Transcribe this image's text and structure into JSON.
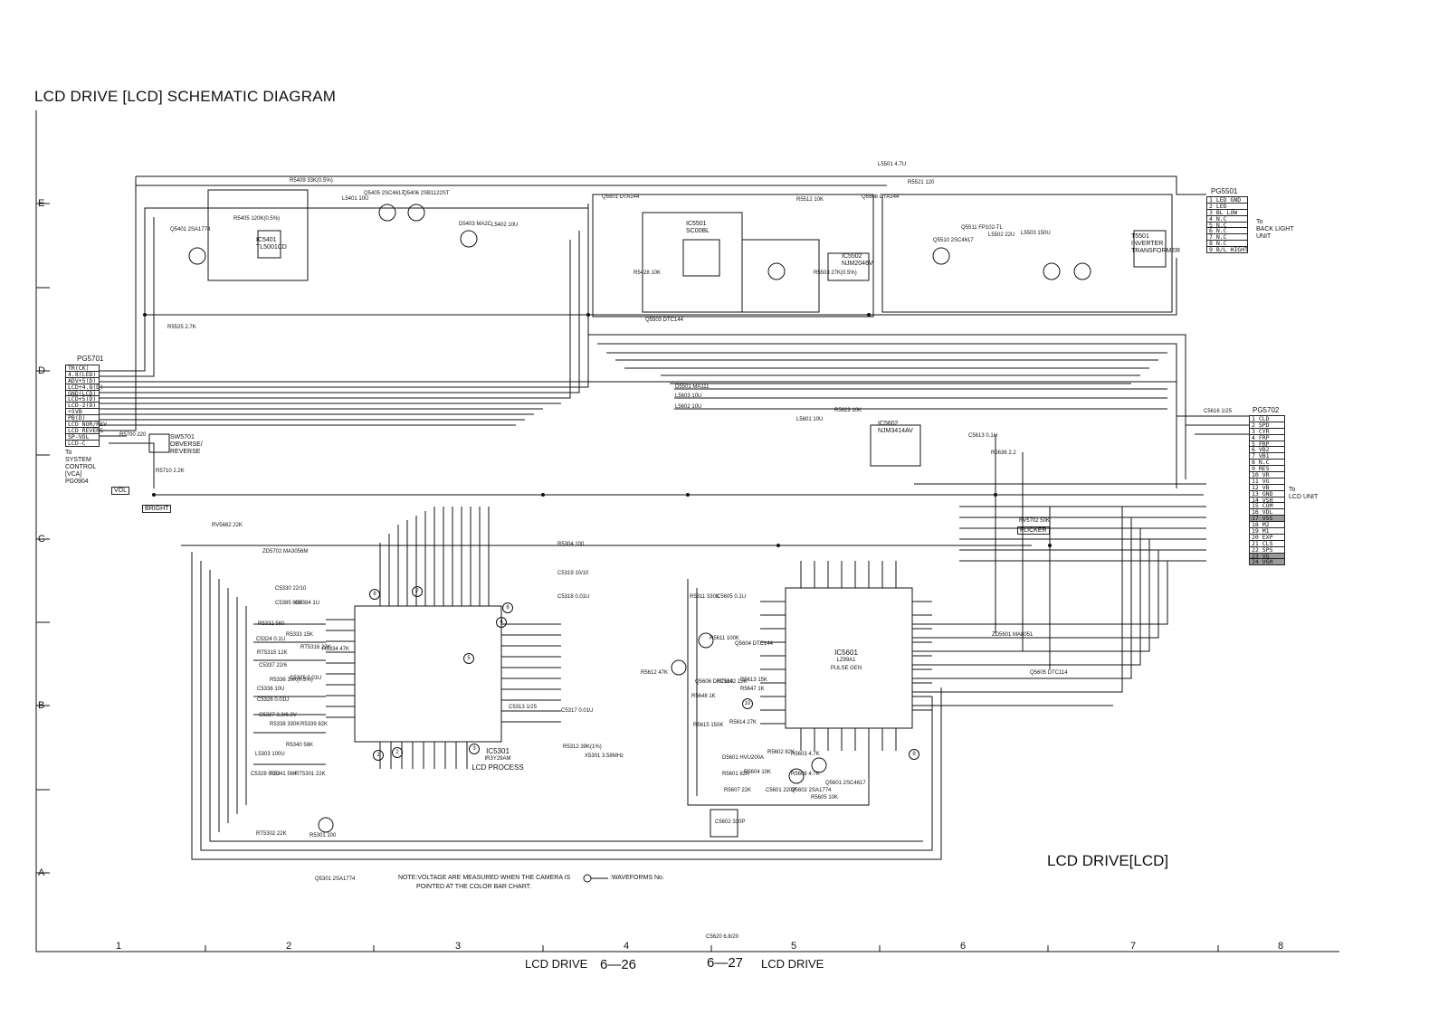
{
  "title": "LCD DRIVE [LCD] SCHEMATIC DIAGRAM",
  "bottom_label": "LCD DRIVE[LCD]",
  "footer": {
    "left_text": "LCD DRIVE",
    "left_page": "6—26",
    "right_page": "6—27",
    "right_text": "LCD DRIVE"
  },
  "row_labels": [
    "E",
    "D",
    "C",
    "B",
    "A"
  ],
  "column_labels": [
    "1",
    "2",
    "3",
    "4",
    "5",
    "6",
    "7",
    "8"
  ],
  "note": {
    "line1": "NOTE:VOLTAGE ARE MEASURED WHEN THE CAMERA IS",
    "line2": "POINTED AT THE COLOR BAR CHART.",
    "waveform": ":WAVEFORMS No."
  },
  "connectors": {
    "pg5701": {
      "name": "PG5701",
      "pins": [
        "TR(CK)",
        "4.8(LED)",
        "ADV+5(D)",
        "LCD+4.8(D)",
        "GND(LCD)",
        "LCD+5(D)",
        "LCD-2(D)",
        "+5VB",
        "PB(D)",
        "LCD NOR/REV",
        "LCD REVERS",
        "SP-VOL",
        "LCD-C"
      ],
      "dest": [
        "To",
        "SYSTEM",
        "CONTROL",
        "[VCA]",
        "PG0904"
      ]
    },
    "pg5501": {
      "name": "PG5501",
      "pins": [
        "1 LED GND",
        "2 LED",
        "3 BL LOW",
        "4 N.C",
        "5 N.C",
        "6 N.C",
        "7 N.C",
        "8 N.C",
        "9 B/L HIGHT"
      ],
      "dest": [
        "To",
        "BACK LIGHT",
        "UNIT"
      ]
    },
    "pg5702": {
      "name": "PG5702",
      "pins": [
        "1 CLD",
        "2 SPD",
        "3 CYR",
        "4 FRP",
        "5 FRP",
        "6 VB2",
        "7 VB1",
        "8 N.C",
        "9 RES",
        "10 VR",
        "11 VG",
        "12 VB",
        "13 GND",
        "14 VSH",
        "15 COM",
        "16 VDL",
        "17 VSS",
        "18 M2",
        "19 M1",
        "20 EXP",
        "21 CLS",
        "22 SPS",
        "23 VG",
        "24 VGH"
      ],
      "shaded": [
        16,
        22,
        23
      ],
      "dest": [
        "To",
        "LCD UNIT"
      ]
    }
  },
  "ics": {
    "ic5301": {
      "ref": "IC5301",
      "part": "IR3Y29AM",
      "func": "LCD PROCESS"
    },
    "ic5601": {
      "ref": "IC5601",
      "part": "LZ99A1",
      "func": "PULSE GEN"
    },
    "ic5502": {
      "ref": "IC5502",
      "part": "NJM2046V"
    },
    "ic5602": {
      "ref": "IC5602",
      "part": "NJM3414AV"
    },
    "ic5501": {
      "ref": "IC5501",
      "part": "SC00BL"
    },
    "ic5401": {
      "ref": "IC5401",
      "part": "TL5001CD"
    },
    "t5501": {
      "ref": "T5501",
      "func": "INVERTER TRANSFORMER"
    }
  },
  "switches": {
    "sw5701": {
      "ref": "SW5701",
      "label1": "OBVERSE/",
      "label2": "REVERSE"
    },
    "vol": "VOL",
    "bright": "BRIGHT",
    "flicker": "FLICKER"
  },
  "components": [
    "R5409 33K(0.5%)",
    "R5405 120K(0.5%)",
    "Q5405 2SC4617",
    "Q5406 2SB1122ST",
    "L5401 10U",
    "Q5401 2SA1774",
    "D5403 MA2C",
    "L5402 10U",
    "Q5501 DTA144",
    "R5512 10K",
    "Q5508 DTA144",
    "L5501 4.7U",
    "R5521 120",
    "Q5510 2SC4617",
    "Q5511 FP102-TL",
    "L5502 22U",
    "L5503 150U",
    "R5525 2.7K",
    "R5428 10K",
    "Q5503 DTC144",
    "R5503 27K(0.5%)",
    "D5501 MA111",
    "L5603 10U",
    "L5602 10U",
    "L5601 10U",
    "R5623 10K",
    "C5613 0.1U",
    "R5636 2.2",
    "C5616 1/25",
    "R5700 220",
    "R5710 2.2K",
    "RV5702 50K",
    "RV5682 22K",
    "ZD5702 MA3056M",
    "C5330 22/10",
    "C5385 68P",
    "C5384 1U",
    "R5332 560",
    "C5324 0.1U",
    "R5333 15K",
    "RT5315 12K",
    "RT5316 22K",
    "R5334 47K",
    "C5337 22/6",
    "C5325 0.01U",
    "R5336 10K(0.5%)",
    "C5336 10U",
    "C5326 0.01U",
    "C5327 3.3/6.3V",
    "R5338 330K",
    "R5339 82K",
    "R5340 56K",
    "L5303 100U",
    "C5328 0.1U",
    "R5341 56K",
    "RT5301 22K",
    "RT5302 22K",
    "R5301 100",
    "Q5301 2SA1774",
    "R5304 100",
    "C5319 10/10",
    "C5318 0.01U",
    "C5317 0.01U",
    "C5313 1/25",
    "X5301 3.58MHz",
    "R5312 39K(1%)",
    "R5311 330K",
    "C5605 0.1U",
    "R5611 100K",
    "Q5604 DTC144",
    "R5612 47K",
    "Q5606 DTC114",
    "RT5602 15K",
    "R5613 15K",
    "R5647 1K",
    "R5648 1K",
    "R5614 27K",
    "R5615 150K",
    "D5601 HVU200A",
    "R5601 82K",
    "R5602 82K",
    "R5604 10K",
    "R5603 4.7K",
    "R5606 4.7K",
    "Q5601 2SC4617",
    "Q5602 2SA1774",
    "R5605 10K",
    "R5607 22K",
    "C5601 220P",
    "C5602 330P",
    "Q5605 DTC114",
    "ZD5601 MA8051",
    "C5620 6.8/20"
  ],
  "waveform_markers": [
    "1",
    "2",
    "3",
    "4",
    "5",
    "6",
    "7",
    "8",
    "9",
    "10"
  ]
}
